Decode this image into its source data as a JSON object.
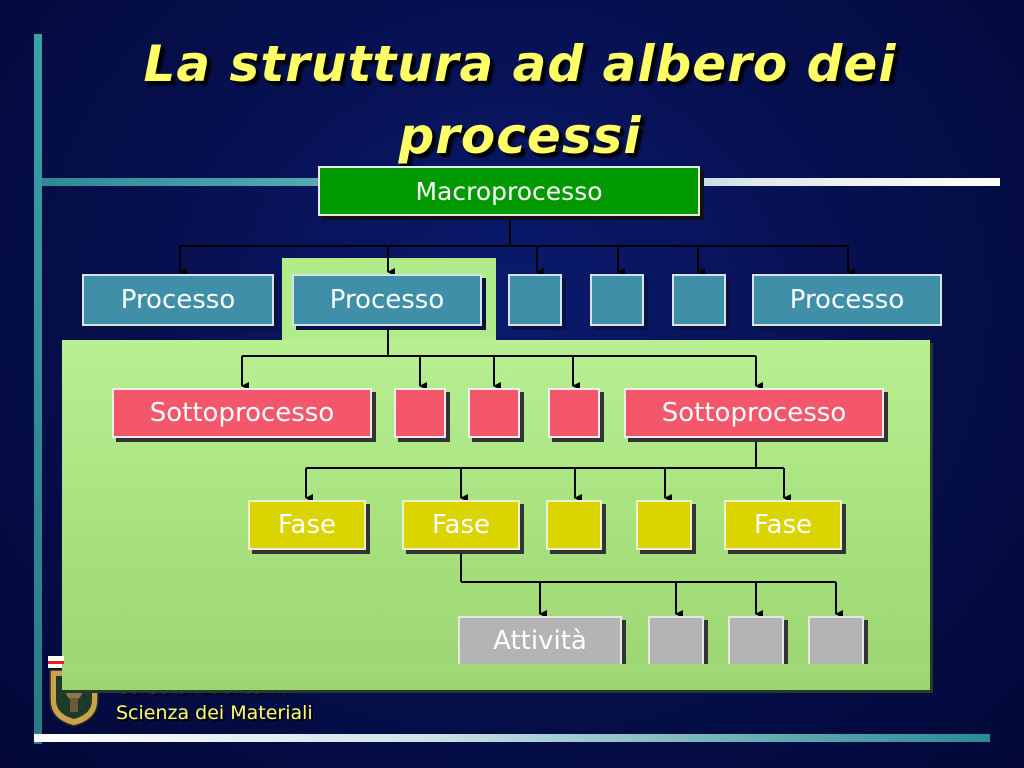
{
  "slide": {
    "title_line1": "La struttura ad albero dei",
    "title_line2": "processi",
    "footer_line1": "Corso di Laurea in",
    "footer_line2": "Scienza dei Materiali"
  },
  "tree": {
    "macro": "Macroprocesso",
    "processi": [
      "Processo",
      "Processo",
      "",
      "",
      "",
      "Processo"
    ],
    "sottoprocessi": [
      "Sottoprocesso",
      "",
      "",
      "",
      "Sottoprocesso"
    ],
    "fasi": [
      "Fase",
      "Fase",
      "",
      "",
      "Fase"
    ],
    "attivita": [
      "Attività",
      "",
      "",
      ""
    ]
  },
  "colors": {
    "title": "#ffff66",
    "macro": "#009a00",
    "processo": "#3f8fa8",
    "sottoprocesso": "#f4576a",
    "fase": "#dcd400",
    "attivita": "#b4b4b4",
    "panel": "#b0ec8a"
  }
}
